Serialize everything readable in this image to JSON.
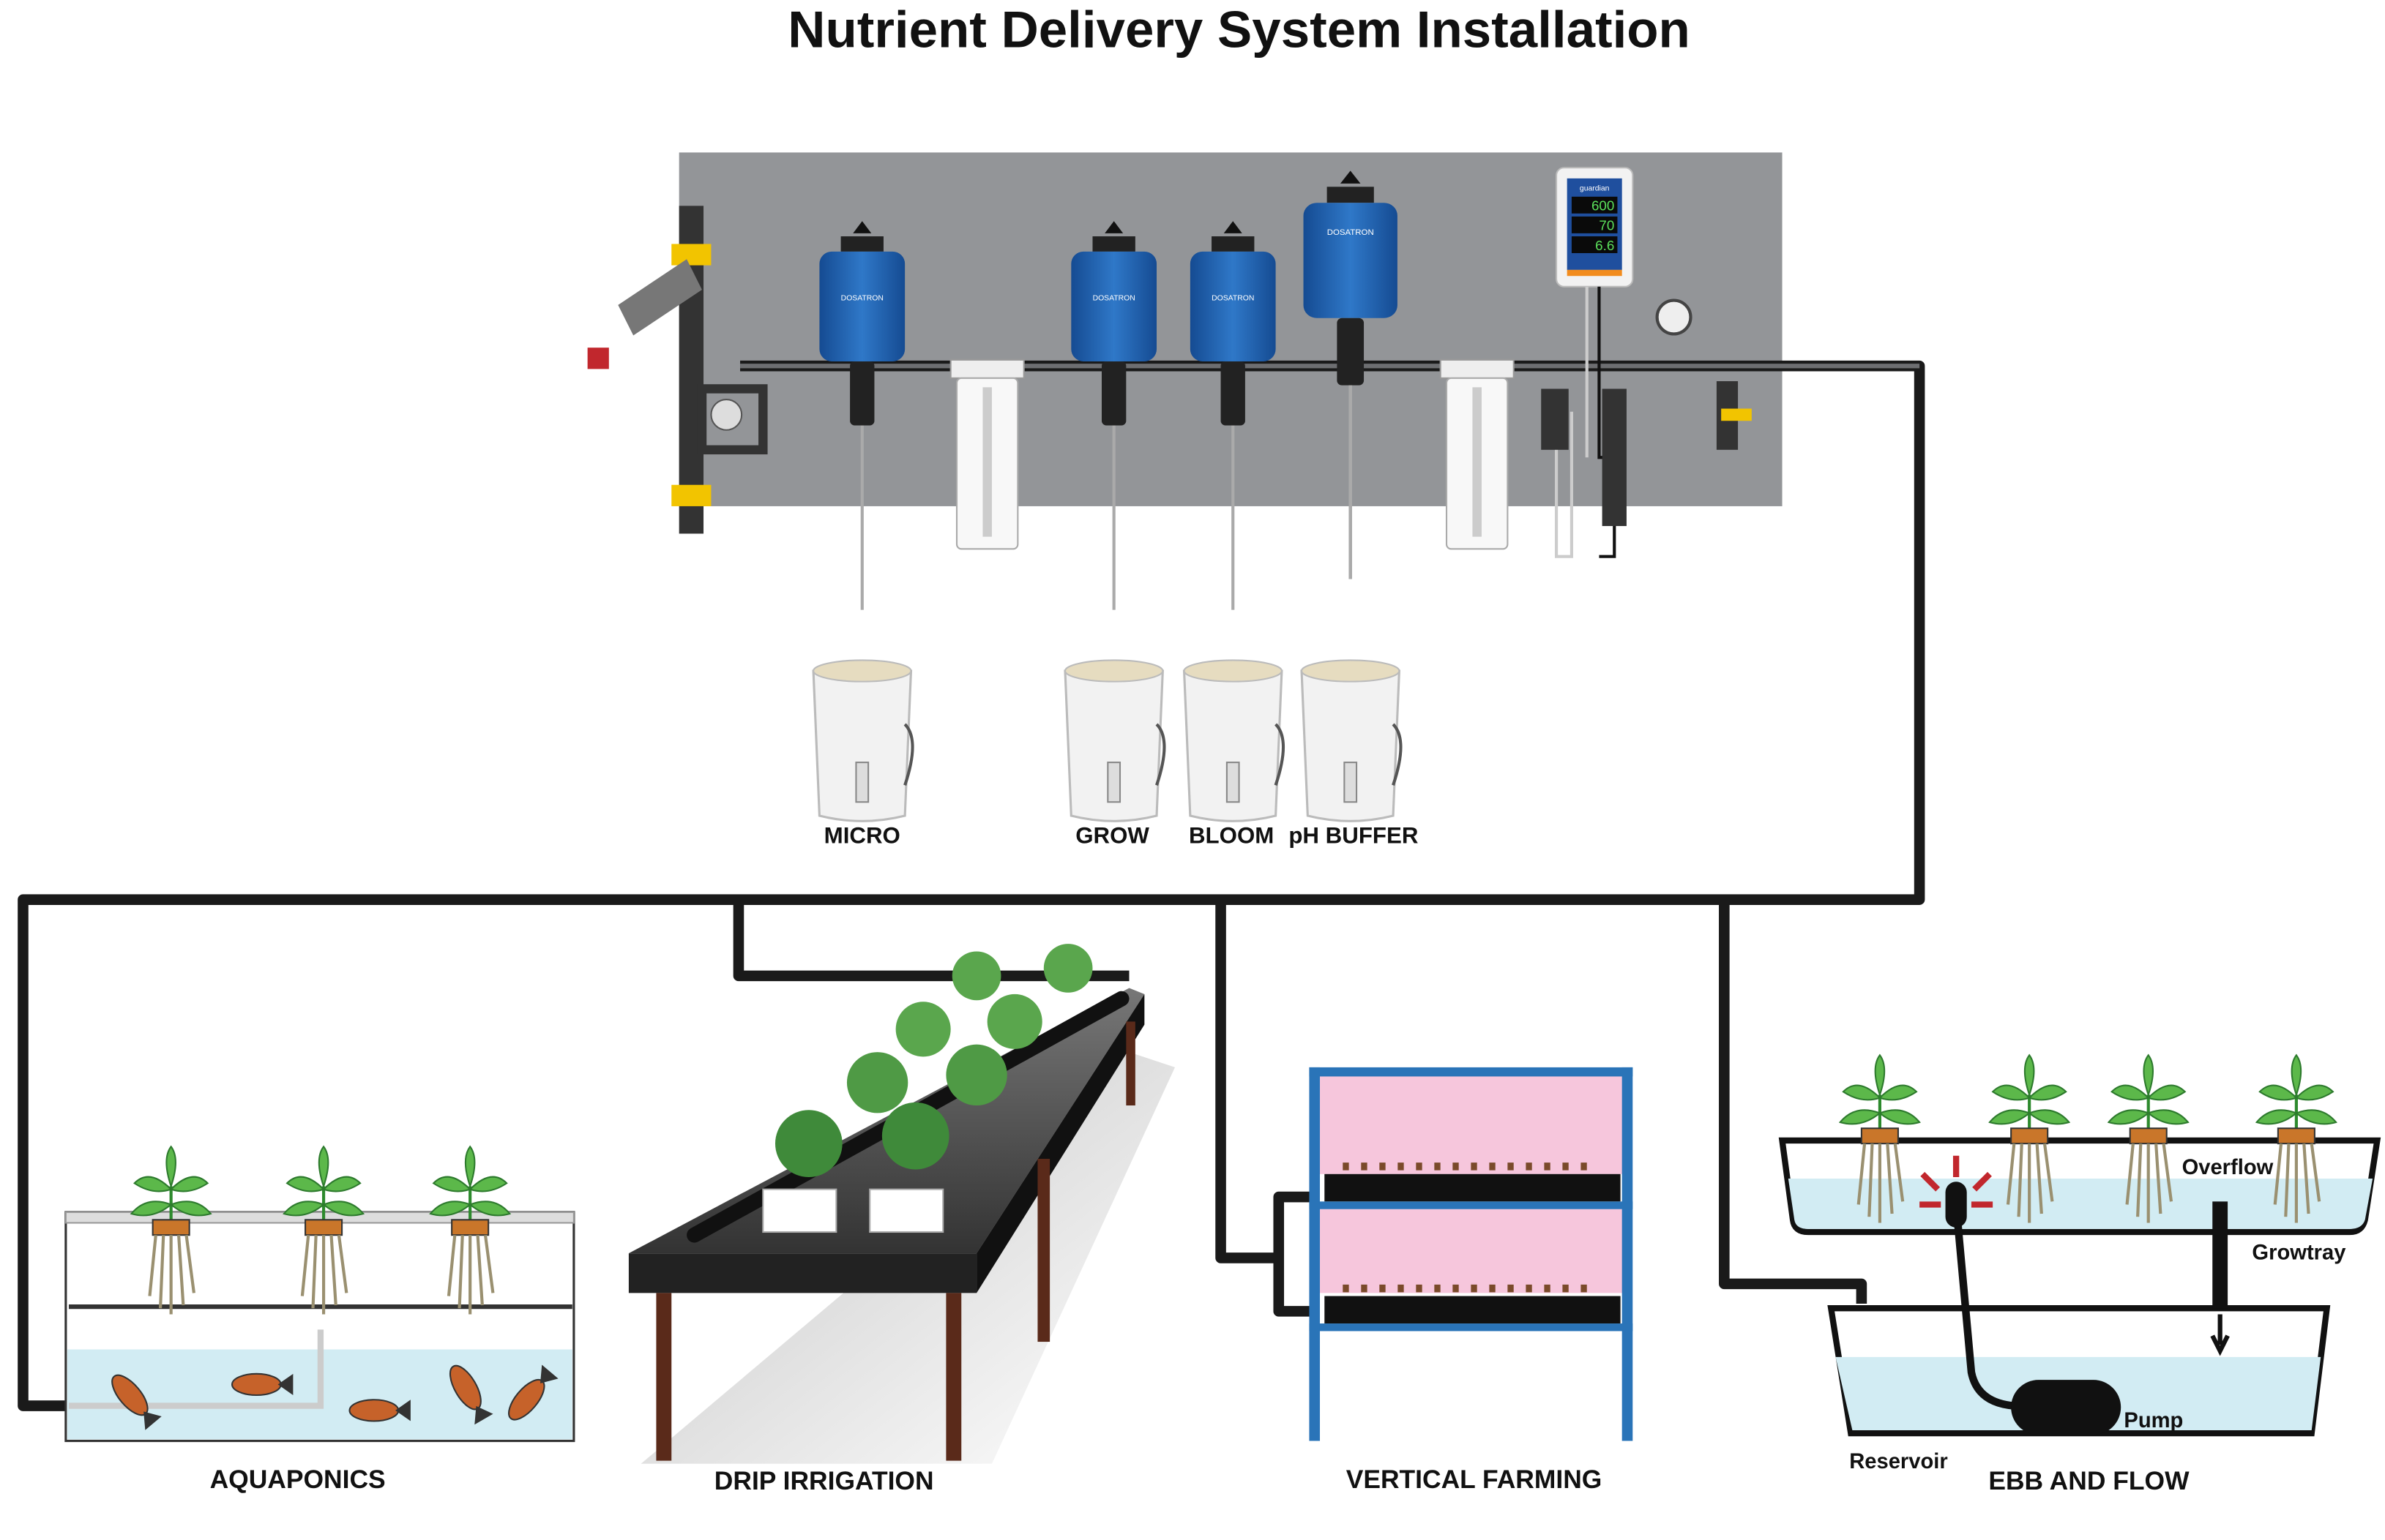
{
  "title": "Nutrient Delivery System Installation",
  "injectors": [
    {
      "label": "MICRO",
      "brand": "DOSATRON"
    },
    {
      "label": "GROW",
      "brand": "DOSATRON"
    },
    {
      "label": "BLOOM",
      "brand": "DOSATRON"
    },
    {
      "label": "pH BUFFER",
      "brand": "DOSATRON"
    }
  ],
  "controller": {
    "brand": "guardian",
    "readouts": {
      "conductivity": "600",
      "temperature": "70",
      "ph": "6.6"
    }
  },
  "systems": {
    "aquaponics": "AQUAPONICS",
    "drip": "DRIP IRRIGATION",
    "vertical": "VERTICAL FARMING",
    "ebb": "EBB AND FLOW"
  },
  "ebb_labels": {
    "overflow": "Overflow",
    "growtray": "Growtray",
    "pump": "Pump",
    "reservoir": "Reservoir"
  },
  "colors": {
    "panel": "#939598",
    "injector": "#1f5fae",
    "water": "#d2ecf3",
    "arrow": "#c1272d",
    "rack": "#2a74b8",
    "light": "#f6c6dc"
  }
}
